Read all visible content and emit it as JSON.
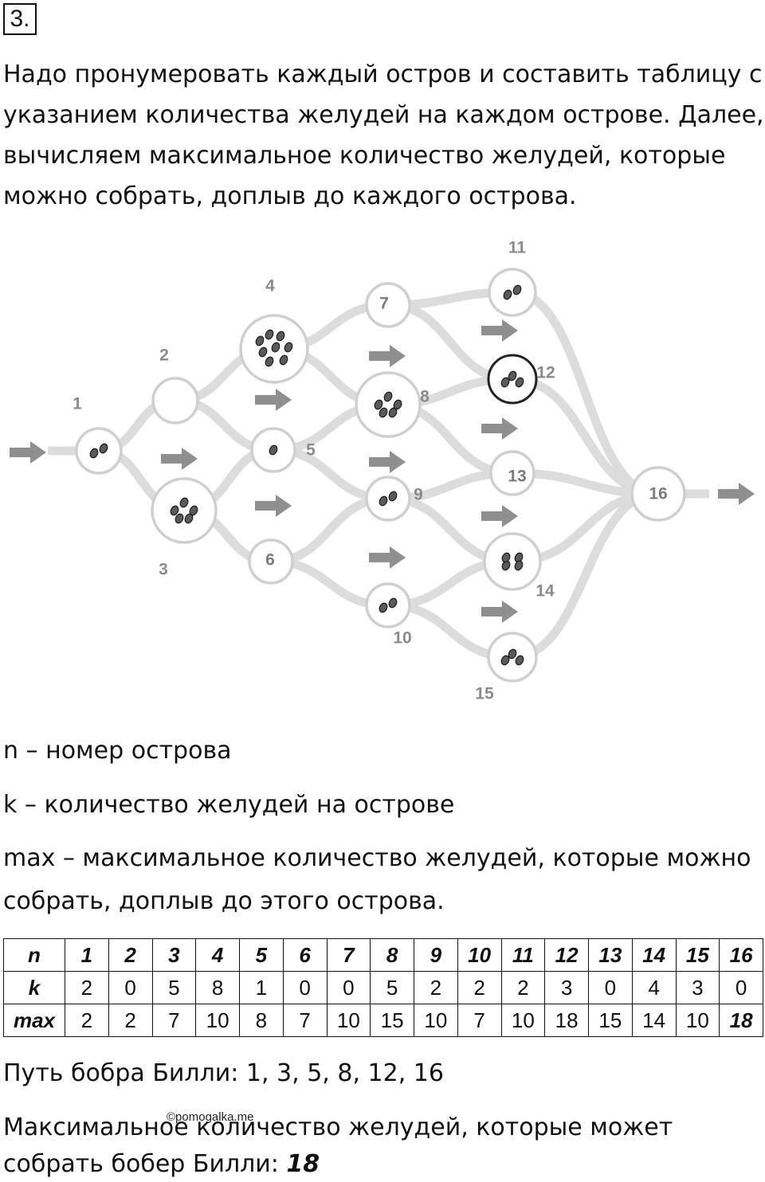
{
  "task_number": "3.",
  "intro_lines": [
    "Надо пронумеровать каждый остров и составить таблицу с",
    "указанием количества желудей на каждом острове. Далее,",
    "вычисляем максимальное количество желудей, которые",
    "можно собрать, доплыв до каждого острова."
  ],
  "islands": [
    {
      "n": "1",
      "acorns": 2
    },
    {
      "n": "2",
      "acorns": 0
    },
    {
      "n": "3",
      "acorns": 5
    },
    {
      "n": "4",
      "acorns": 8
    },
    {
      "n": "5",
      "acorns": 1
    },
    {
      "n": "6",
      "acorns": 0
    },
    {
      "n": "7",
      "acorns": 0
    },
    {
      "n": "8",
      "acorns": 5
    },
    {
      "n": "9",
      "acorns": 2
    },
    {
      "n": "10",
      "acorns": 2
    },
    {
      "n": "11",
      "acorns": 2
    },
    {
      "n": "12",
      "acorns": 3
    },
    {
      "n": "13",
      "acorns": 0
    },
    {
      "n": "14",
      "acorns": 4
    },
    {
      "n": "15",
      "acorns": 3
    },
    {
      "n": "16",
      "acorns": 0
    }
  ],
  "legend": {
    "n": "n – номер острова",
    "k": "k – количество желудей на острове",
    "max_line1": "max – максимальное количество желудей, которые можно",
    "max_line2": "собрать, доплыв до этого острова."
  },
  "table": {
    "row_labels": [
      "n",
      "k",
      "max"
    ],
    "n": [
      "1",
      "2",
      "3",
      "4",
      "5",
      "6",
      "7",
      "8",
      "9",
      "10",
      "11",
      "12",
      "13",
      "14",
      "15",
      "16"
    ],
    "k": [
      "2",
      "0",
      "5",
      "8",
      "1",
      "0",
      "0",
      "5",
      "2",
      "2",
      "2",
      "3",
      "0",
      "4",
      "3",
      "0"
    ],
    "max": [
      "2",
      "2",
      "7",
      "10",
      "8",
      "7",
      "10",
      "15",
      "10",
      "7",
      "10",
      "18",
      "15",
      "14",
      "10",
      "18"
    ]
  },
  "path_text": "Путь бобра Билли: 1, 3, 5, 8, 12, 16",
  "watermark": "©pomogalka.me",
  "answer_line1": "Максимальное количество желудей, которые может",
  "answer_line2_prefix": "собрать бобер Билли: ",
  "answer_value": "18"
}
